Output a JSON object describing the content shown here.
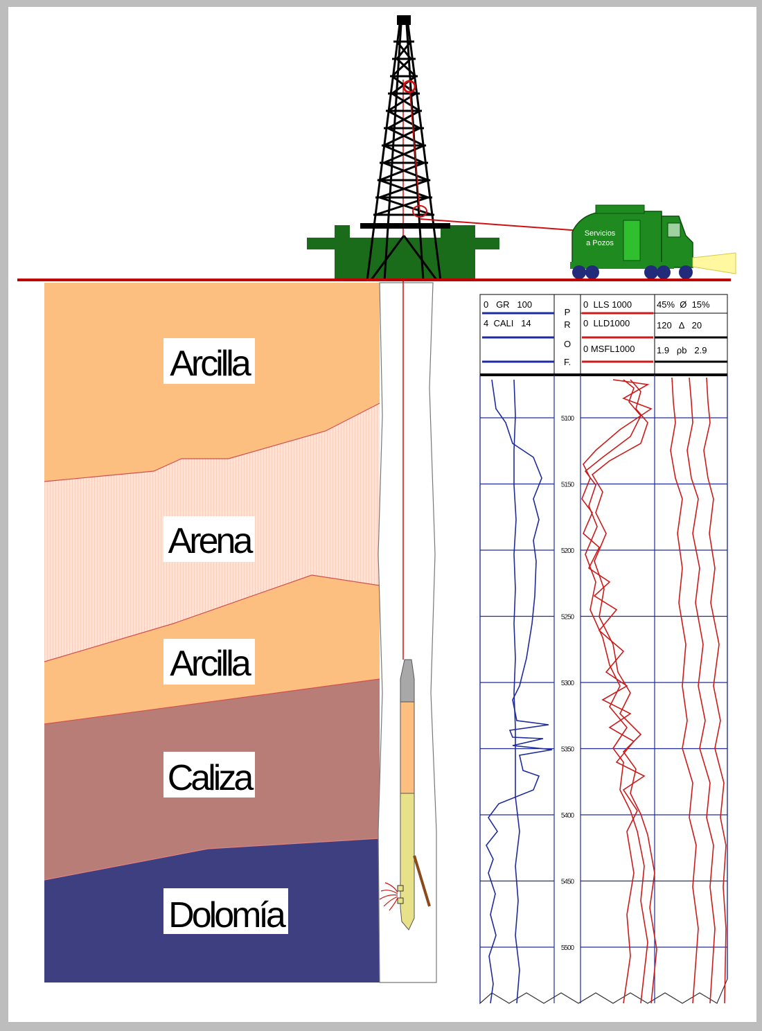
{
  "strata": [
    {
      "name": "Arcilla",
      "color": "#fcbf80"
    },
    {
      "name": "Arena",
      "color": "#fde2d6"
    },
    {
      "name": "Arcilla",
      "color": "#fcbf80"
    },
    {
      "name": "Caliza",
      "color": "#b97d78"
    },
    {
      "name": "Dolomía",
      "color": "#3e3f80"
    }
  ],
  "truck": {
    "line1": "Servicios",
    "line2": "a Pozos",
    "color": "#1f8a1f"
  },
  "rig": {
    "color": "#1a6b1a"
  },
  "log_header": {
    "track1": [
      "0   GR   100",
      "4  CALI   14"
    ],
    "depth": [
      "P",
      "R",
      "O",
      "F."
    ],
    "track2": [
      "0  LLS 1000",
      "0  LLD1000",
      "0 MSFL1000"
    ],
    "track3": [
      "45%  Ø  15%",
      "120   Δ   20",
      "1.9   ρb   2.9"
    ]
  },
  "depths": [
    "5100",
    "5150",
    "5200",
    "5250",
    "5300",
    "5350",
    "5400",
    "5450",
    "5500"
  ],
  "colors": {
    "blue_curve": "#1e2a9c",
    "red_curve": "#cc1a1a",
    "grid": "#1e2a9c",
    "ground": "#c00000"
  }
}
